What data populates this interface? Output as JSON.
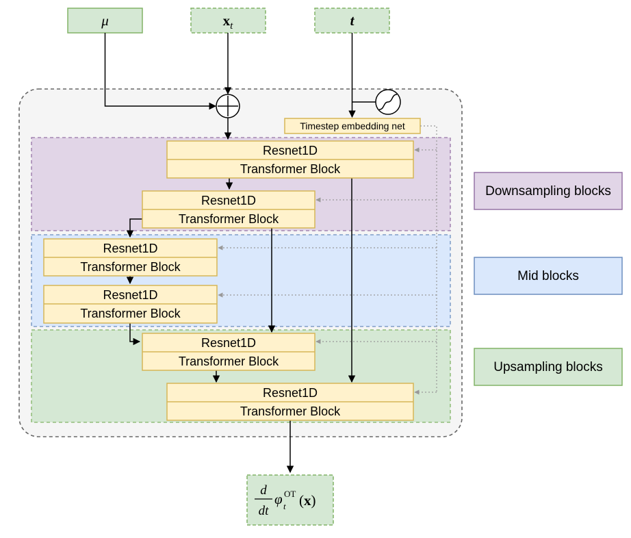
{
  "inputs": {
    "mu": "μ",
    "x": "x",
    "x_sub": "t",
    "t": "t"
  },
  "embedding": {
    "label": "Timestep embedding net"
  },
  "block_labels": {
    "resnet": "Resnet1D",
    "transformer": "Transformer Block"
  },
  "legend": [
    {
      "label": "Downsampling blocks",
      "fill": "#e1d5e7",
      "stroke": "#9673a6"
    },
    {
      "label": "Mid blocks",
      "fill": "#dae8fc",
      "stroke": "#6c8ebf"
    },
    {
      "label": "Upsampling blocks",
      "fill": "#d5e8d4",
      "stroke": "#82b366"
    }
  ],
  "output": {
    "num": "d",
    "den": "dt",
    "phi": "φ",
    "sub": "t",
    "sup": "OT",
    "arg_open": "(",
    "arg": "x",
    "arg_close": ")"
  },
  "colors": {
    "input_fill": "#d5e8d4",
    "input_stroke": "#82b366",
    "block_fill": "#fff2cc",
    "block_stroke": "#d6b656",
    "container_fill": "#f5f5f5",
    "container_stroke": "#666666"
  }
}
